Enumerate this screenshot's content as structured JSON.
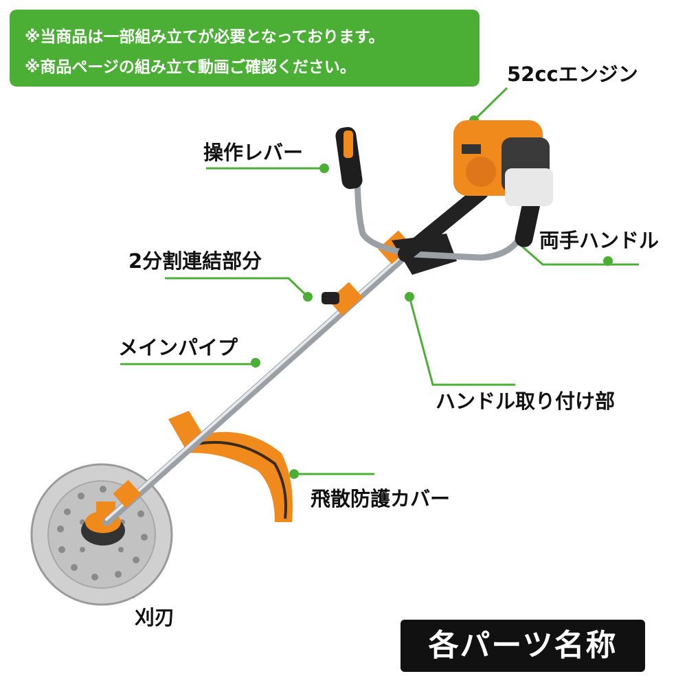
{
  "notice": {
    "line1": "※当商品は一部組み立てが必要となっております。",
    "line2": "※商品ページの組み立て動画ご確認ください。"
  },
  "labels": {
    "engine": "52ccエンジン",
    "lever": "操作レバー",
    "handle": "両手ハンドル",
    "joint": "2分割連結部分",
    "pipe": "メインパイプ",
    "mount": "ハンドル取り付け部",
    "guard": "飛散防護カバー",
    "blade": "刈刃"
  },
  "badge": "各パーツ名称",
  "colors": {
    "accent_green": "#4caf35",
    "body_orange": "#f08a1c",
    "badge_black": "#111111"
  }
}
